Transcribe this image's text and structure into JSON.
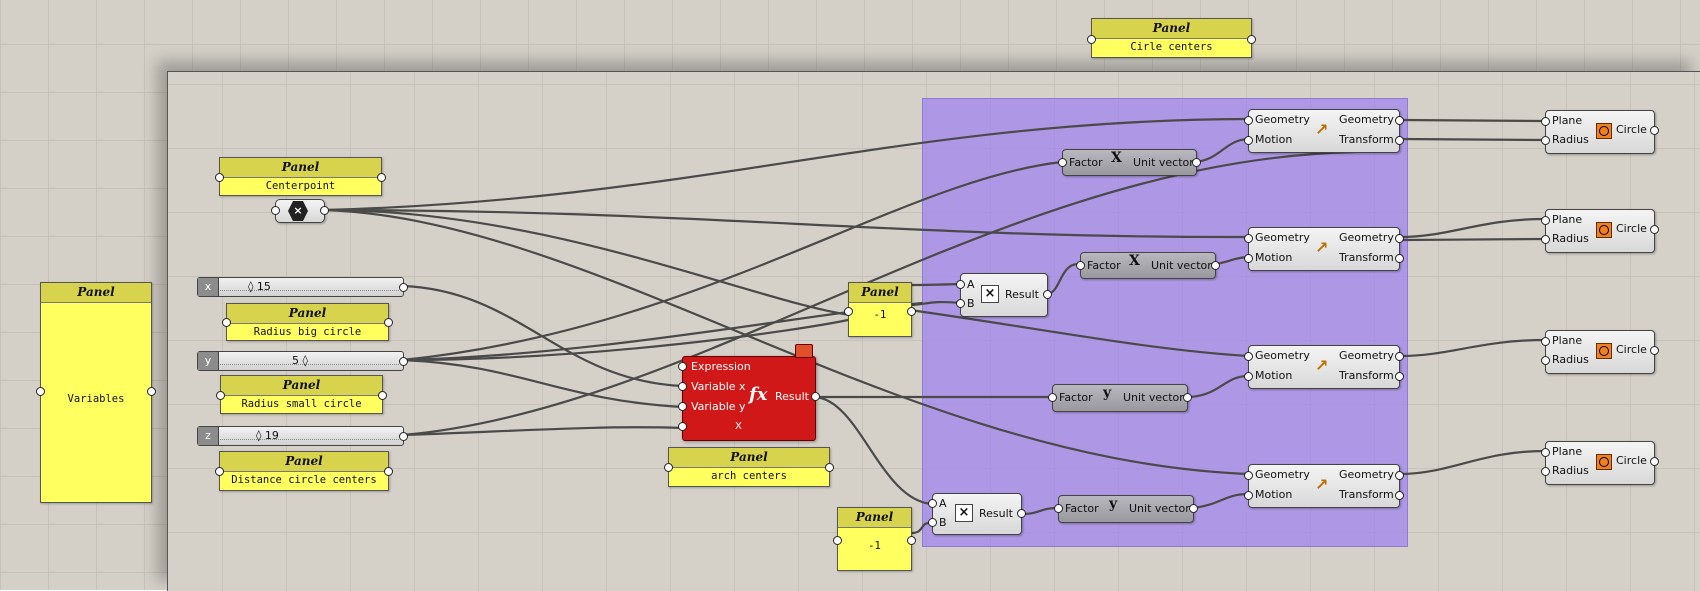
{
  "canvas": {
    "background": "#d4d0c8",
    "group_color": "#a082f0",
    "panel_color": "#ffff60"
  },
  "panels": {
    "top": {
      "title": "Panel",
      "content": "Cirle centers"
    },
    "variables": {
      "title": "Panel",
      "content": "Variables"
    },
    "centerpoint": {
      "title": "Panel",
      "content": "Centerpoint"
    },
    "radius_big": {
      "title": "Panel",
      "content": "Radius big circle"
    },
    "radius_small": {
      "title": "Panel",
      "content": "Radius small circle"
    },
    "distance": {
      "title": "Panel",
      "content": "Distance circle centers"
    },
    "arch": {
      "title": "Panel",
      "content": "arch centers"
    },
    "neg1_top": {
      "title": "Panel",
      "content": "-1"
    },
    "neg1_bottom": {
      "title": "Panel",
      "content": "-1"
    }
  },
  "sliders": {
    "x": {
      "tag": "x",
      "value": "◊ 15"
    },
    "y": {
      "tag": "y",
      "value": "5 ◊"
    },
    "z": {
      "tag": "z",
      "value": "◊ 19"
    }
  },
  "expression": {
    "inputs": [
      "Expression",
      "Variable x",
      "Variable y"
    ],
    "output": "Result",
    "symbol": "fx",
    "footer": "X"
  },
  "multiply": {
    "a": "A",
    "b": "B",
    "result": "Result",
    "icon": "×"
  },
  "unit_x": {
    "in": "Factor",
    "out": "Unit vector",
    "icon": "X"
  },
  "unit_y": {
    "in": "Factor",
    "out": "Unit vector",
    "icon": "y"
  },
  "move": {
    "in1": "Geometry",
    "in2": "Motion",
    "out1": "Geometry",
    "out2": "Transform"
  },
  "circle": {
    "in1": "Plane",
    "in2": "Radius",
    "out": "Circle"
  },
  "point": {
    "icon": "×"
  }
}
